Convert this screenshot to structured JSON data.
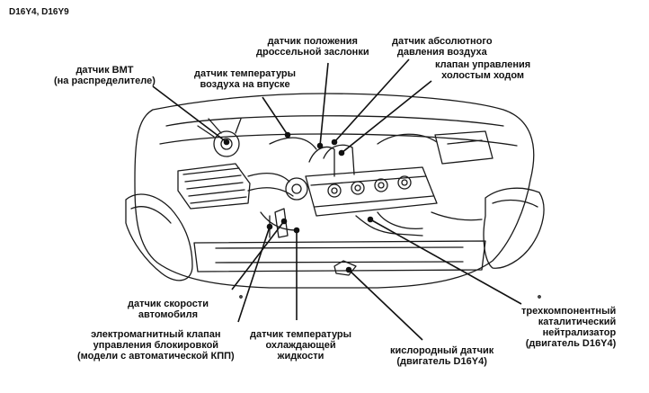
{
  "title": "D16Y4, D16Y9",
  "labels": {
    "vmt_sensor": [
      "датчик ВМТ",
      "(на распределителе)"
    ],
    "throttle_position": [
      "датчик положения",
      "дроссельной заслонки"
    ],
    "map_sensor": [
      "датчик абсолютного",
      "давления воздуха"
    ],
    "intake_air_temp": [
      "датчик температуры",
      "воздуха на впуске"
    ],
    "idle_control_valve": [
      "клапан управления",
      "холостым ходом"
    ],
    "vehicle_speed": [
      "датчик скорости",
      "автомобиля"
    ],
    "lockup_solenoid": [
      "электромагнитный клапан",
      "управления блокировкой",
      "(модели с автоматической КПП)"
    ],
    "coolant_temp": [
      "датчик температуры",
      "охлаждающей",
      "жидкости"
    ],
    "oxygen_sensor": [
      "кислородный датчик",
      "(двигатель D16Y4)"
    ],
    "catalytic_converter": [
      "трехкомпонентный",
      "каталитический",
      "нейтрализатор",
      "(двигатель D16Y4)"
    ]
  },
  "colors": {
    "ink": "#111111",
    "background": "#ffffff"
  }
}
